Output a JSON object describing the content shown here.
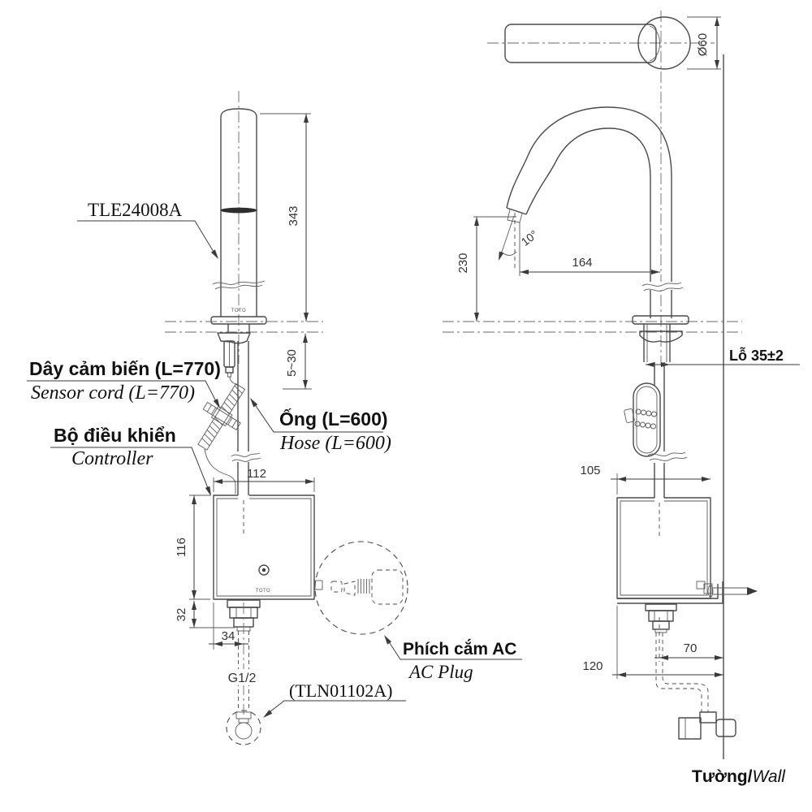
{
  "labels": {
    "product_code": "TLE24008A",
    "sensor_cord_vi": "Dây cảm biến (L=770)",
    "sensor_cord_en": "Sensor cord (L=770)",
    "controller_vi": "Bộ điều khiển",
    "controller_en": "Controller",
    "hose_vi": "Ống (L=600)",
    "hose_en": "Hose (L=600)",
    "ac_plug_vi": "Phích cắm AC",
    "ac_plug_en": "AC Plug",
    "supply_valve_code": "(TLN01102A)",
    "thread_size": "G1/2",
    "hole_size": "Lỗ 35±2",
    "wall_vi": "Tường/",
    "wall_en": "Wall",
    "brand": "TOTO"
  },
  "dimensions": {
    "faucet_height": "343",
    "deck_thickness_range": "5~30",
    "controller_width": "112",
    "controller_height": "116",
    "controller_bottom_offset": "32",
    "outlet_offset": "34",
    "spout_outlet_height": "230",
    "spout_reach": "164",
    "spout_angle": "10°",
    "base_diameter": "Ø60",
    "controller_depth": "105",
    "pipe_to_wall": "70",
    "controller_to_wall": "120"
  },
  "colors": {
    "line": "#4a4a4a",
    "dimension": "#3a3a3a",
    "text": "#111111",
    "background": "#ffffff"
  }
}
